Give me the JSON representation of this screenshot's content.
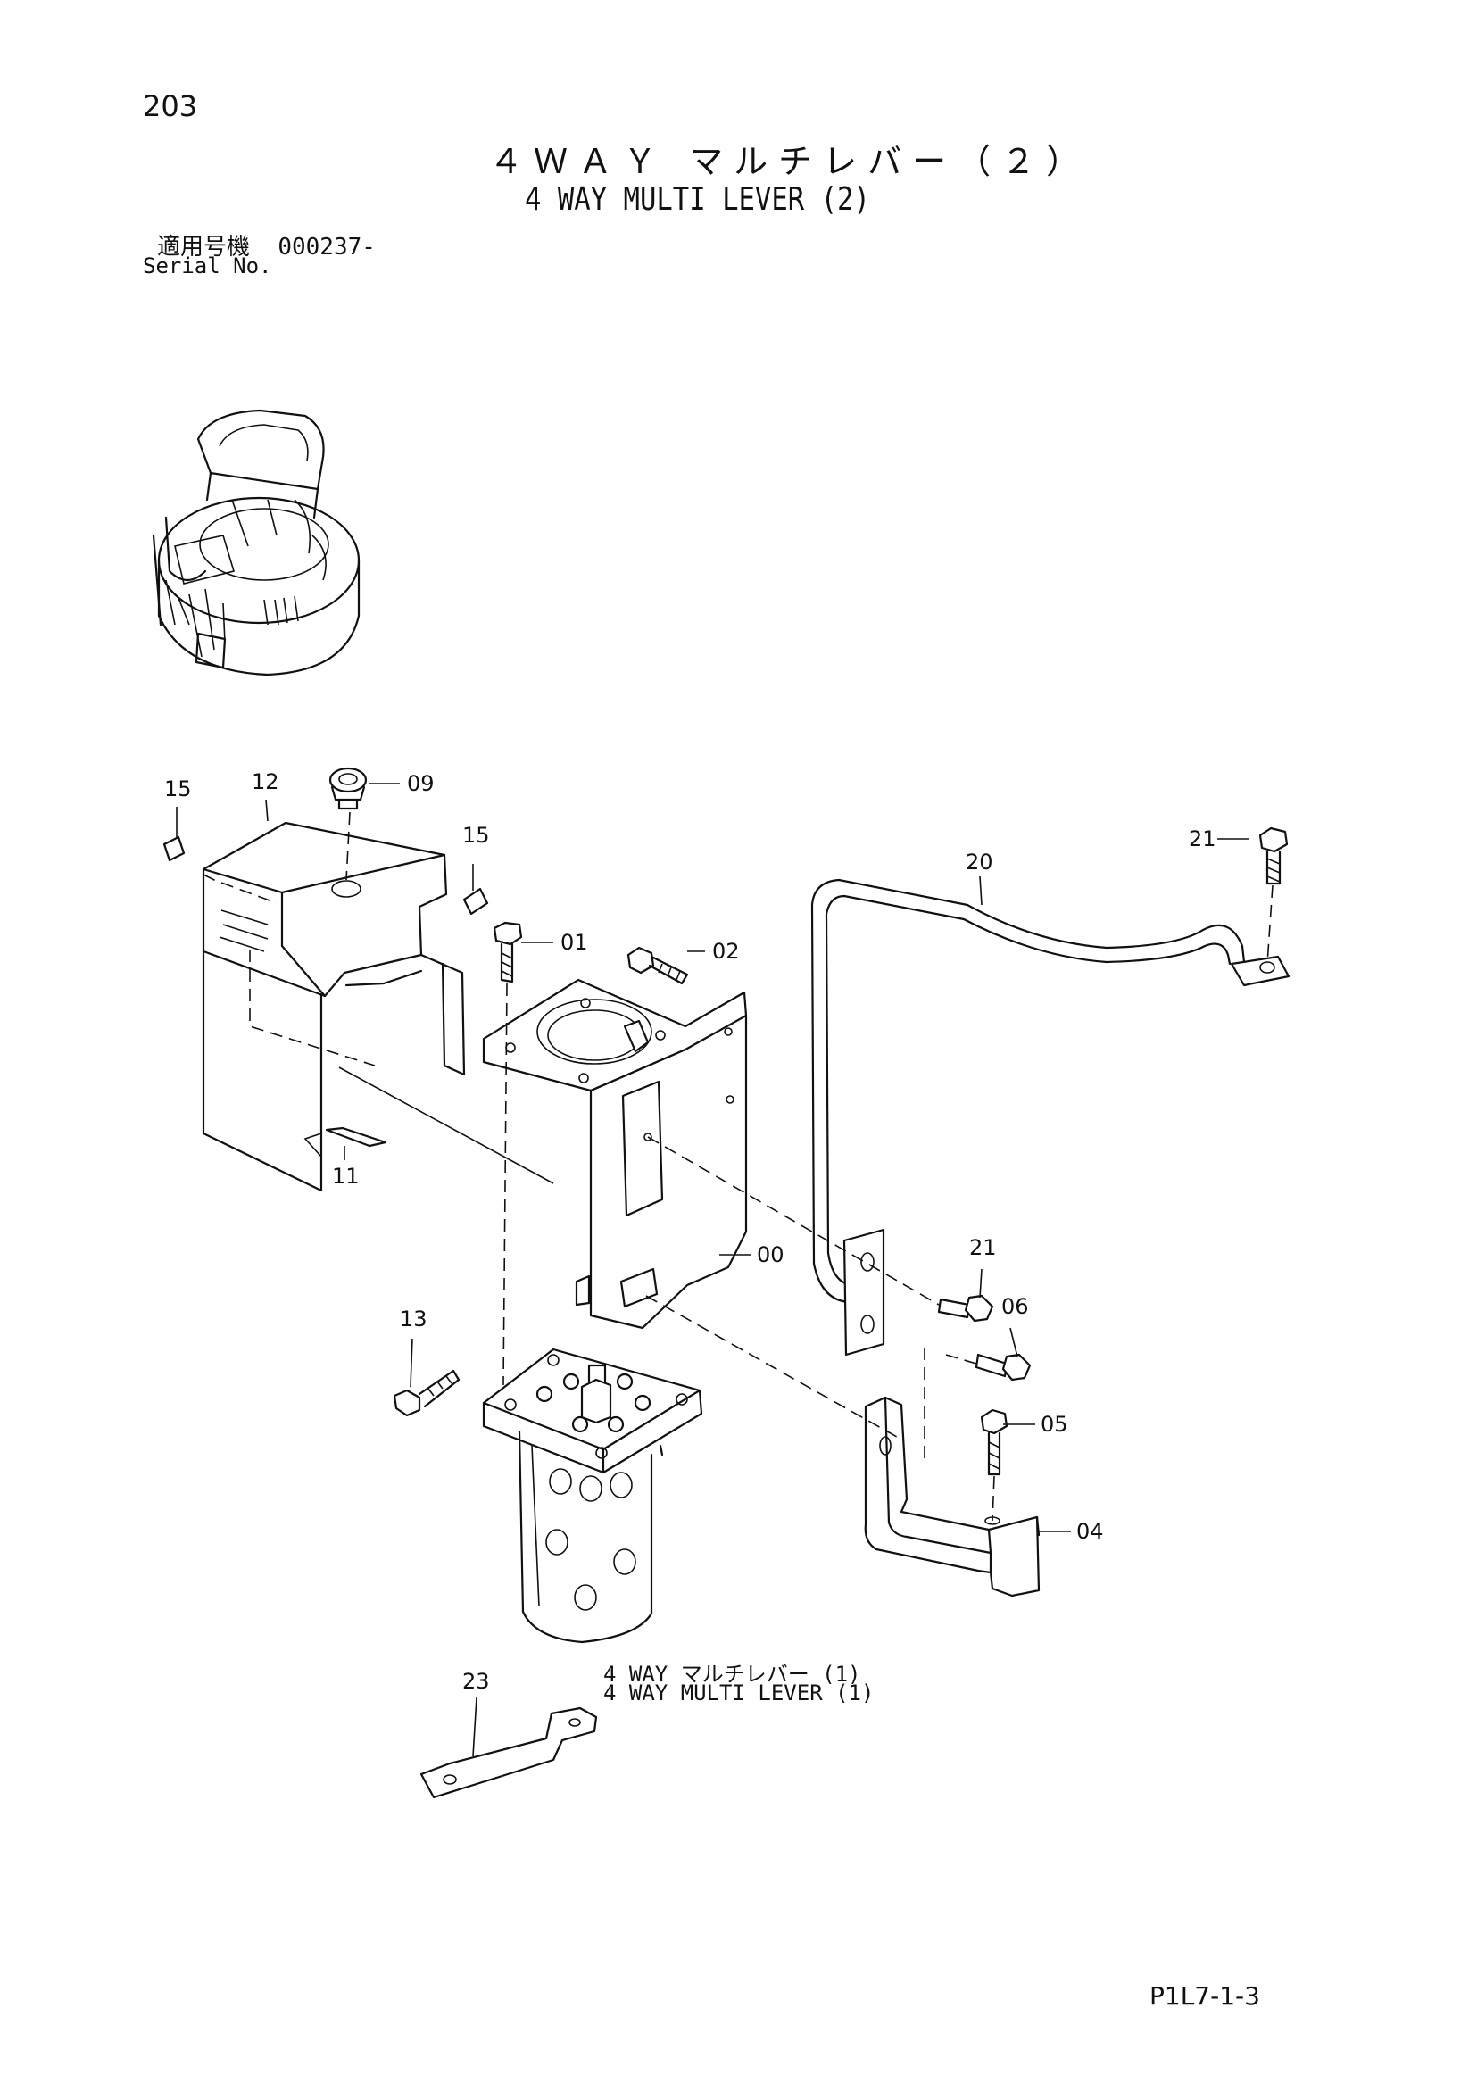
{
  "header": {
    "page_number": "203",
    "title_jp": "４ＷＡＹ マルチレバー（２）",
    "title_en": "4 WAY MULTI LEVER (2)",
    "serial_label_jp": "適用号機",
    "serial_value": "000237-",
    "serial_label_en": "Serial No."
  },
  "callouts": [
    "15",
    "12",
    "09",
    "15",
    "01",
    "02",
    "20",
    "21",
    "11",
    "00",
    "21",
    "06",
    "13",
    "05",
    "04",
    "23"
  ],
  "reference_note": {
    "jp": "4 WAY マルチレバー (1)",
    "en": "4 WAY MULTI LEVER (1)"
  },
  "footer": {
    "drawing_code": "P1L7-1-3"
  }
}
